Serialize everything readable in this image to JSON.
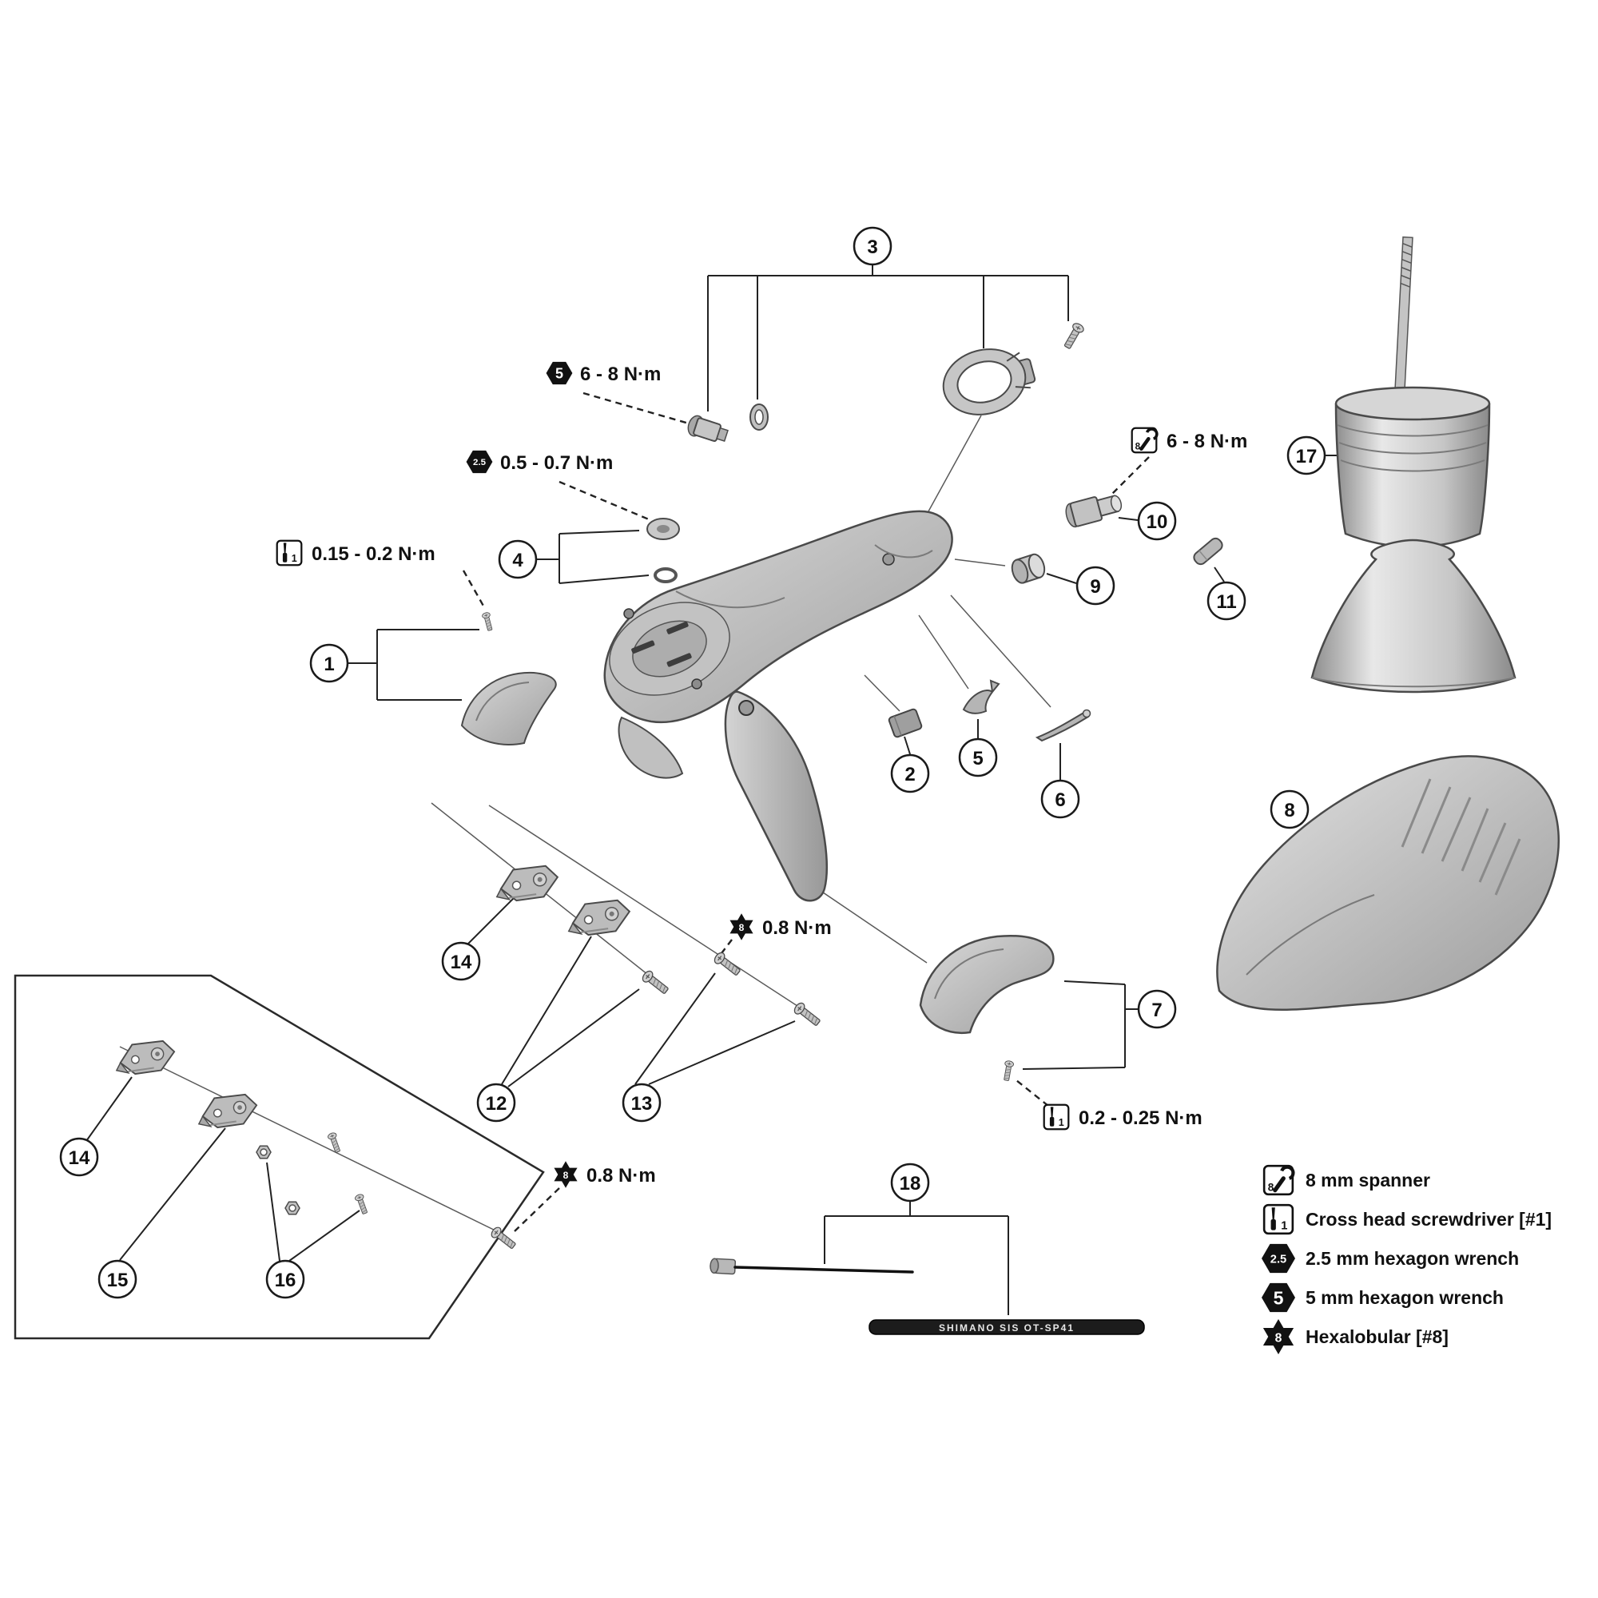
{
  "callouts": {
    "p1": "1",
    "p2": "2",
    "p3": "3",
    "p4": "4",
    "p5": "5",
    "p6": "6",
    "p7": "7",
    "p8": "8",
    "p9": "9",
    "p10": "10",
    "p11": "11",
    "p12": "12",
    "p13": "13",
    "p14": "14",
    "p15": "15",
    "p16": "16",
    "p17": "17",
    "p18": "18"
  },
  "torque": {
    "t1": {
      "tool": "5 mm hexagon wrench",
      "text": "6 - 8 N·m"
    },
    "t2": {
      "tool": "2.5 mm hexagon wrench",
      "text": "0.5 - 0.7 N·m"
    },
    "t3": {
      "tool": "Cross head screwdriver [#1]",
      "text": "0.15 - 0.2 N·m"
    },
    "t4": {
      "tool": "8 mm spanner",
      "text": "6 - 8 N·m"
    },
    "t5": {
      "tool": "Hexalobular [#8]",
      "text": "0.8 N·m"
    },
    "t6": {
      "tool": "Hexalobular [#8]",
      "text": "0.8 N·m"
    },
    "t7": {
      "tool": "Cross head screwdriver [#1]",
      "text": "0.2 - 0.25 N·m"
    }
  },
  "tools": {
    "spanner8": {
      "glyph": "8",
      "label": "8 mm spanner"
    },
    "driver1": {
      "glyph": "1",
      "label": "Cross head screwdriver [#1]"
    },
    "hex25": {
      "glyph": "2.5",
      "label": "2.5 mm hexagon wrench"
    },
    "hex5": {
      "glyph": "5",
      "label": "5 mm hexagon wrench"
    },
    "star8": {
      "glyph": "8",
      "label": "Hexalobular [#8]"
    }
  },
  "cable": {
    "housing_text": "SHIMANO SIS OT-SP41"
  }
}
